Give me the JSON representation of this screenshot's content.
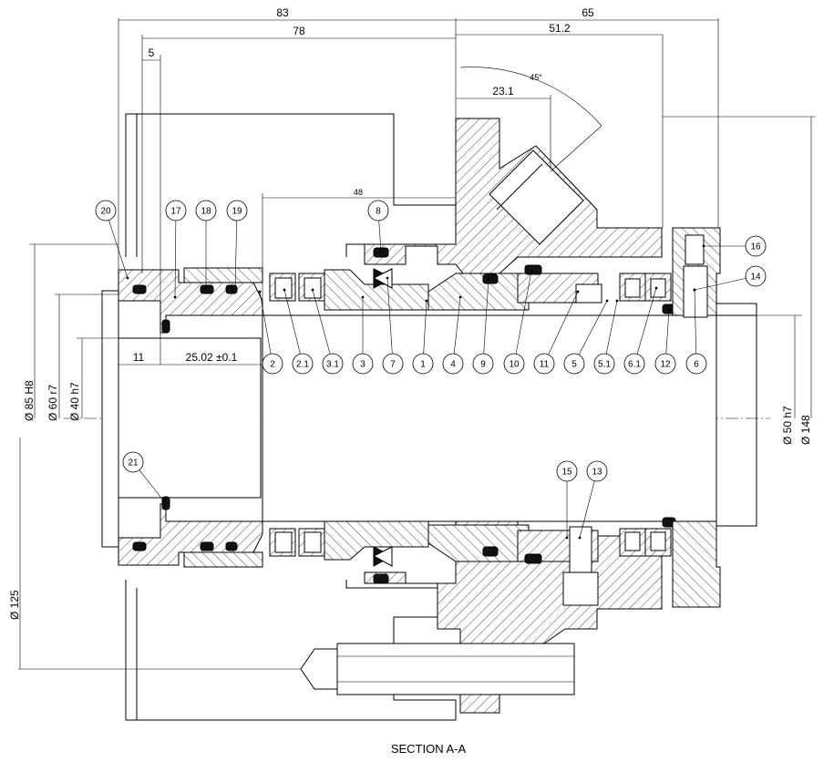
{
  "title": "SECTION A-A",
  "dimensions": {
    "d83": "83",
    "d65": "65",
    "d78": "78",
    "d51_2": "51.2",
    "d5": "5",
    "d45": "45°",
    "d23_1": "23.1",
    "d48": "48",
    "d11": "11",
    "d25_02": "25.02 ±0.1",
    "dia85": "Ø 85 H8",
    "dia60": "Ø 60 r7",
    "dia40": "Ø 40 h7",
    "dia50": "Ø 50 h7",
    "dia148": "Ø 148",
    "dia125": "Ø 125"
  },
  "balloons": {
    "b20": "20",
    "b17": "17",
    "b18": "18",
    "b19": "19",
    "b8": "8",
    "b16": "16",
    "b14": "14",
    "b2": "2",
    "b2_1": "2.1",
    "b3_1": "3.1",
    "b3": "3",
    "b7": "7",
    "b1": "1",
    "b4": "4",
    "b9": "9",
    "b10": "10",
    "b11": "11",
    "b5": "5",
    "b5_1": "5.1",
    "b6_1": "6.1",
    "b12": "12",
    "b6": "6",
    "b21": "21",
    "b15": "15",
    "b13": "13"
  },
  "colors": {
    "ink": "#000000",
    "paper": "#ffffff"
  }
}
